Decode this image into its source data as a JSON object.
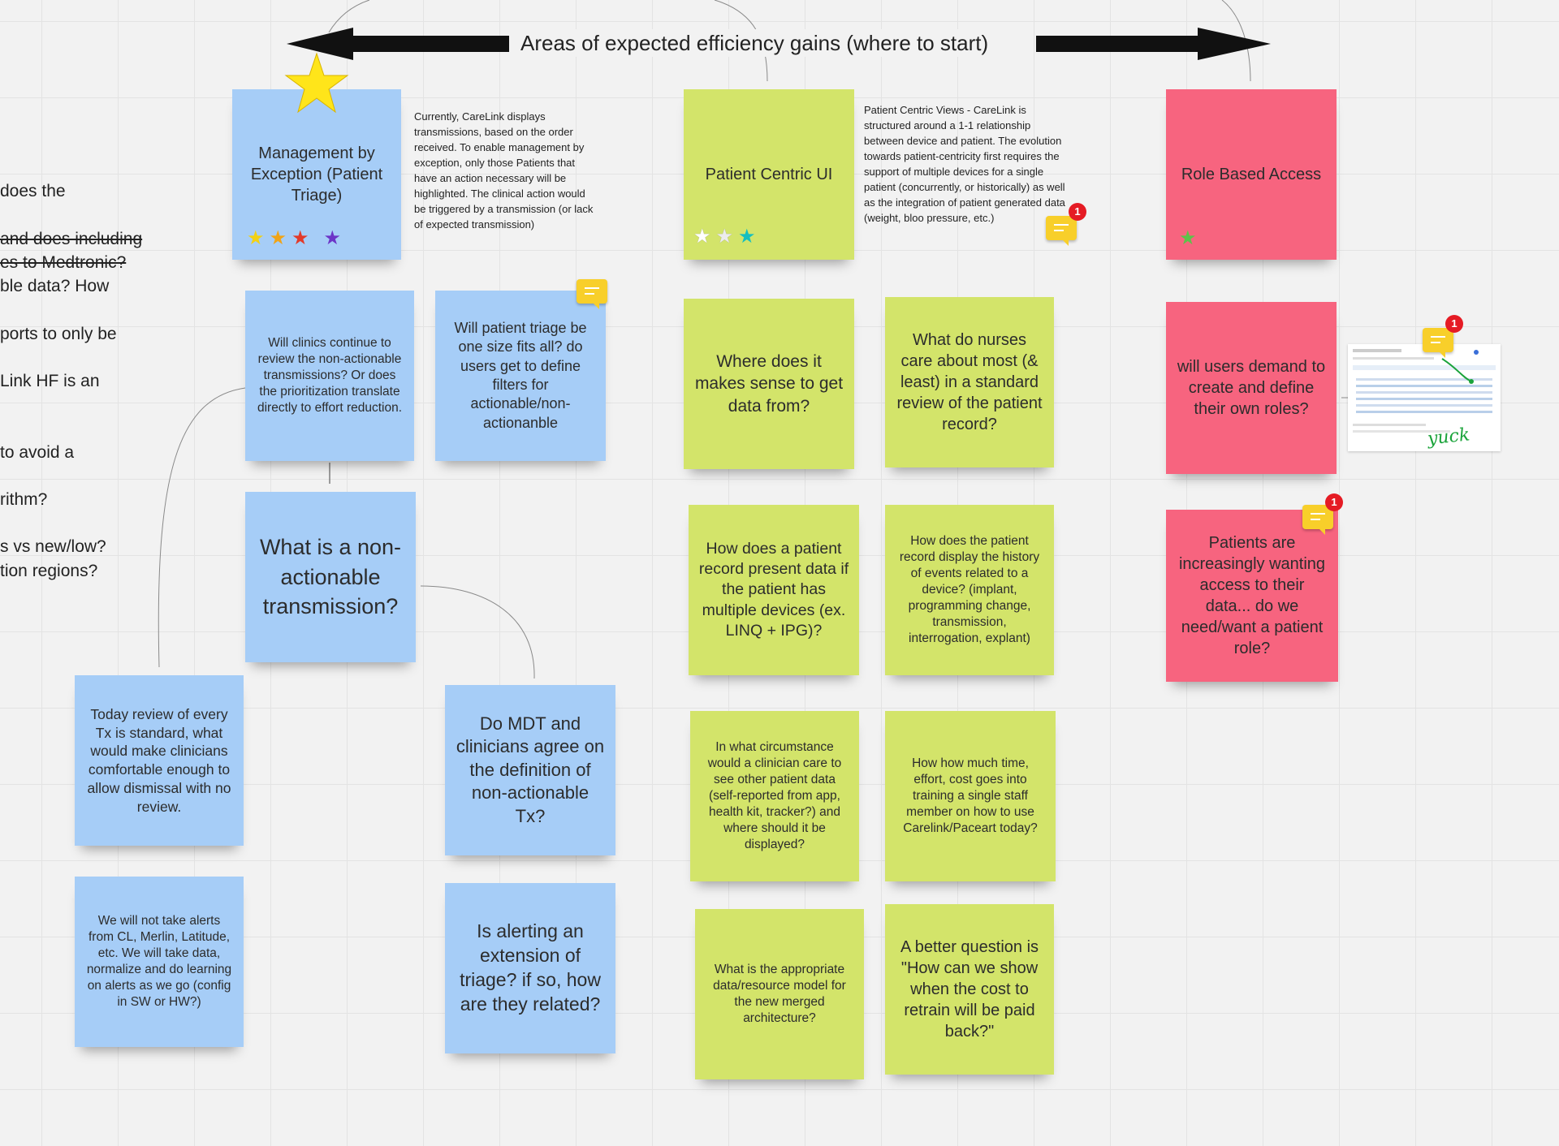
{
  "header": {
    "title": "Areas of expected efficiency gains (where to start)"
  },
  "left_fragments": [
    {
      "text": "does the",
      "struck": false
    },
    {
      "text": "and does including",
      "struck": true
    },
    {
      "text": "es to Medtronic?",
      "struck": true
    },
    {
      "text": "ble data?  How",
      "struck": false
    },
    {
      "text": "ports to only be",
      "struck": false
    },
    {
      "text": "Link HF is an",
      "struck": false
    },
    {
      "text": "to avoid a",
      "struck": false
    },
    {
      "text": "rithm?",
      "struck": false
    },
    {
      "text": "s vs new/low?",
      "struck": false
    },
    {
      "text": "tion regions?",
      "struck": false
    }
  ],
  "columns": {
    "triage": {
      "header_note": "Management by Exception (Patient Triage)",
      "description": "Currently, CareLink displays transmissions, based on the order received. To enable management by exception, only those Patients that have an action necessary will be highlighted. The clinical action would be triggered by a transmission (or lack of expected transmission)",
      "notes": [
        "Will clinics continue to review the non-actionable transmissions?  Or does the prioritization translate directly to effort reduction.",
        "Will patient triage be one size fits all? do users get to define filters for actionable/non-actionanble",
        "What is a non-actionable transmission?",
        "Today review of every Tx is standard, what would make clinicians comfortable enough to allow dismissal with no review.",
        "Do MDT and clinicians agree on the definition of non-actionable Tx?",
        "We will not take alerts from CL, Merlin, Latitude, etc. We will take  data, normalize and do learning on alerts as we go (config in SW or HW?)",
        "Is alerting an extension of triage? if so, how are they related?"
      ]
    },
    "patient_centric": {
      "header_note": "Patient Centric UI",
      "description": "Patient Centric Views - CareLink is structured around a 1-1 relationship between device and patient. The evolution towards patient-centricity first requires the support of multiple devices for a single patient (concurrently, or historically) as well as the integration of patient generated data (weight, bloo pressure, etc.)",
      "notes": [
        "Where does it makes sense to get data from?",
        "What do nurses care about most (& least) in a standard review of the patient record?",
        "How does a patient record present data if the patient has multiple devices (ex. LINQ + IPG)?",
        "How does the patient record display the history of events related to a device? (implant, programming change, transmission, interrogation, explant)",
        "In what circumstance would a clinician care to see other patient data (self-reported from app, health kit, tracker?) and where should it be displayed?",
        "How how much time, effort, cost goes into training a single staff member on how to use Carelink/Paceart today?",
        "What is the appropriate data/resource model for the new merged architecture?",
        "A better question is \"How can we show when the cost to retrain will be paid back?\""
      ]
    },
    "role_access": {
      "header_note": "Role Based Access",
      "notes": [
        "will users demand to create and define their own roles?",
        "Patients are increasingly wanting access to their data... do we need/want a patient role?"
      ],
      "thumbnail_annotation": "yuck"
    }
  },
  "comment_badges": [
    "1",
    "1",
    "1"
  ],
  "colors": {
    "blue_note": "#a6cdf7",
    "green_note": "#d3e46a",
    "pink_note": "#f7647f",
    "comment": "#f8cf2a",
    "badge": "#e51b24"
  }
}
